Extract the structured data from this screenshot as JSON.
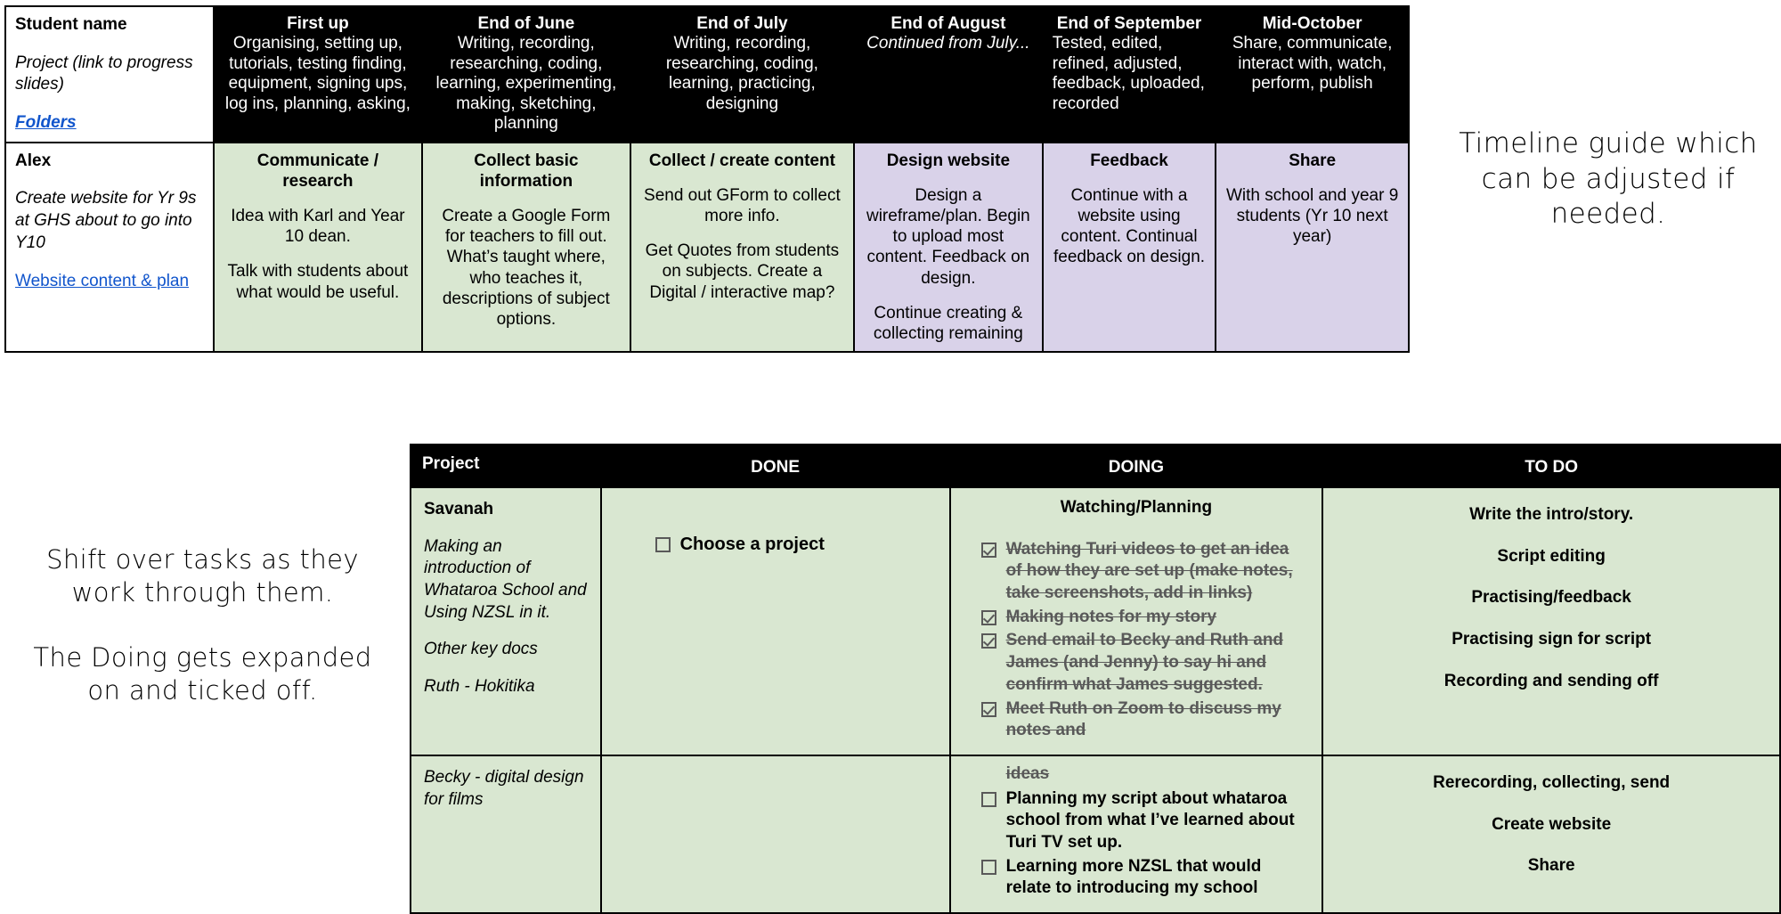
{
  "timeline_table": {
    "corner": {
      "title": "Student name",
      "subtitle": "Project (link to progress slides)",
      "link": "Folders"
    },
    "columns": [
      {
        "title": "First up",
        "subtitle": "Organising, setting up, tutorials, testing finding, equipment, signing ups, log ins, planning, asking,",
        "italic": false,
        "align": "center"
      },
      {
        "title": "End of June",
        "subtitle": "Writing, recording, researching, coding, learning, experimenting, making, sketching, planning",
        "italic": false,
        "align": "center"
      },
      {
        "title": "End of July",
        "subtitle": "Writing, recording, researching, coding, learning, practicing, designing",
        "italic": false,
        "align": "center"
      },
      {
        "title": "End of August",
        "subtitle": "Continued from July...",
        "italic": true,
        "align": "center"
      },
      {
        "title": "End of September",
        "subtitle": "Tested, edited, refined, adjusted, feedback, uploaded, recorded",
        "italic": false,
        "align": "left"
      },
      {
        "title": "Mid-October",
        "subtitle": "Share, communicate, interact with, watch, perform, publish",
        "italic": false,
        "align": "center"
      }
    ],
    "row": {
      "name": "Alex",
      "project": "Create website for Yr 9s at GHS about to go into Y10",
      "link": "Website content & plan",
      "cells": [
        {
          "color": "green",
          "title": "Communicate / research",
          "paras": [
            "Idea with Karl and Year 10 dean.",
            "Talk with students about what would be useful."
          ]
        },
        {
          "color": "green",
          "title": "Collect basic information",
          "paras": [
            "Create a Google Form for teachers to fill out. What’s taught where, who teaches it, descriptions of subject options."
          ]
        },
        {
          "color": "green",
          "title": "Collect / create content",
          "paras": [
            "Send out GForm to collect more info.",
            "Get Quotes from students on subjects. Create a Digital / interactive map?"
          ]
        },
        {
          "color": "purple",
          "title": "Design website",
          "paras": [
            "Design a wireframe/plan. Begin to upload most content. Feedback on design.",
            "Continue creating & collecting remaining"
          ]
        },
        {
          "color": "purple",
          "title": "Feedback",
          "paras": [
            "Continue with a website using content. Continual feedback on design."
          ]
        },
        {
          "color": "purple",
          "title": "Share",
          "paras": [
            "With school and year 9 students (Yr 10 next year)"
          ]
        }
      ]
    }
  },
  "notes": {
    "timeline_note": "Timeline guide which can be adjusted if needed.",
    "shift_note_1": "Shift over tasks as they work through them.",
    "shift_note_2": "The Doing gets expanded on and ticked off."
  },
  "kanban_table": {
    "headers": [
      "Project",
      "DONE",
      "DOING",
      "TO DO"
    ],
    "rows": [
      {
        "project": {
          "name": "Savanah",
          "lines": [
            "Making an introduction of Whataroa School and Using NZSL in it.",
            "Other key docs",
            "Ruth - Hokitika"
          ]
        },
        "done": [
          {
            "checked": false,
            "text": "Choose a project"
          }
        ],
        "doing_title": "Watching/Planning",
        "doing": [
          {
            "checked": true,
            "done": true,
            "text": "Watching Turi videos to get an idea of how they are set up (make notes, take screenshots, add in links)"
          },
          {
            "checked": true,
            "done": true,
            "text": "Making notes for my story"
          },
          {
            "checked": true,
            "done": true,
            "text": "Send email to Becky and Ruth and James (and Jenny) to say hi and confirm what James suggested."
          },
          {
            "checked": true,
            "done": true,
            "text": "Meet Ruth on Zoom to discuss my notes and"
          }
        ],
        "todo": [
          "Write the intro/story.",
          "Script editing",
          "Practising/feedback",
          "Practising sign for script",
          "Recording and sending off"
        ]
      },
      {
        "project": {
          "name": "",
          "lines": [
            "Becky - digital design for films"
          ]
        },
        "done": [],
        "doing_overflow": "ideas",
        "doing": [
          {
            "checked": false,
            "done": false,
            "text": "Planning my script about whataroa school from what I’ve learned about Turi TV set up."
          },
          {
            "checked": false,
            "done": false,
            "text": "Learning more NZSL that would relate to introducing my school"
          }
        ],
        "todo": [
          "Rerecording, collecting, send",
          "Create website",
          "Share"
        ]
      }
    ]
  },
  "colors": {
    "green_cell": "#d9e7d1",
    "purple_cell": "#d9d2e9",
    "header_black": "#000000",
    "link_blue": "#1155cc",
    "strikethrough_gray": "#595959"
  }
}
